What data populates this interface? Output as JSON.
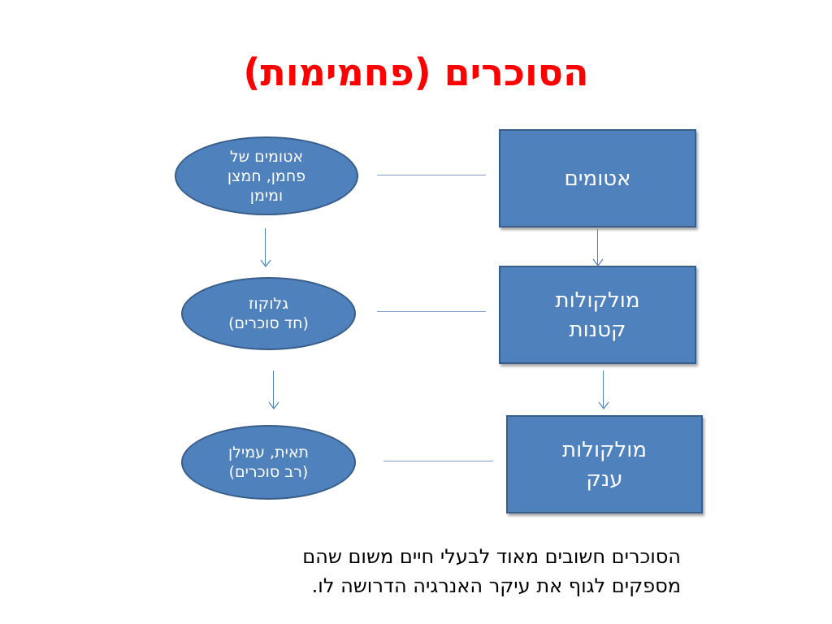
{
  "title": "הסוכרים (פחמימות)",
  "boxes": {
    "atoms": "אטומים",
    "small_molecules": "מולקולות\nקטנות",
    "macromolecules": "מולקולות\nענק"
  },
  "ovals": {
    "atoms_detail": "אטומים של\nפחמן, חמצן\nומימן",
    "glucose": "גלוקוז\n(חד סוכרים)",
    "starch": "תאית, עמילן\n(רב סוכרים)"
  },
  "footer": {
    "line1": "הסוכרים חשובים מאוד לבעלי חיים משום שהם",
    "line2": "מספקים לגוף את עיקר האנרגיה הדרושה לו."
  },
  "colors": {
    "title": "#ff0000",
    "shape_fill": "#4f81bd",
    "shape_border": "#385d8a",
    "connector": "#7fa1c9"
  }
}
